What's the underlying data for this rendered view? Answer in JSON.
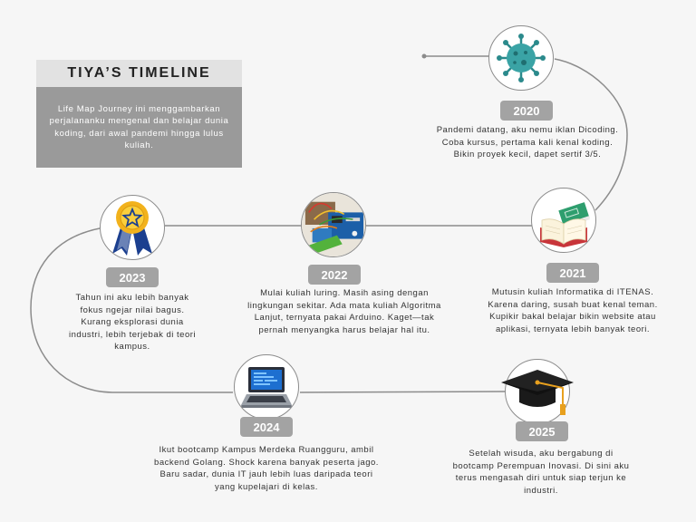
{
  "title": "TIYA’S TIMELINE",
  "intro": "Life Map Journey ini menggambarkan perjalananku mengenal dan belajar dunia koding, dari awal pandemi hingga lulus kuliah.",
  "events": [
    {
      "year": "2020",
      "icon": "virus-icon",
      "text": "Pandemi datang, aku nemu iklan Dicoding. Coba kursus, pertama kali kenal koding. Bikin proyek kecil, dapet sertif 3/5."
    },
    {
      "year": "2021",
      "icon": "book-icon",
      "text": "Mutusin kuliah Informatika di ITENAS. Karena daring, susah buat kenal teman. Kupikir bakal belajar bikin website atau aplikasi, ternyata lebih banyak teori."
    },
    {
      "year": "2022",
      "icon": "arduino-icon",
      "text": "Mulai kuliah luring. Masih asing dengan lingkungan sekitar. Ada mata kuliah Algoritma Lanjut, ternyata pakai Arduino. Kaget—tak pernah menyangka harus belajar hal itu."
    },
    {
      "year": "2023",
      "icon": "award-ribbon-icon",
      "text": "Tahun ini aku lebih banyak fokus ngejar nilai bagus. Kurang eksplorasi dunia industri, lebih terjebak di teori kampus."
    },
    {
      "year": "2024",
      "icon": "laptop-icon",
      "text": "Ikut bootcamp Kampus Merdeka Ruangguru, ambil backend Golang. Shock karena banyak peserta jago. Baru sadar, dunia IT jauh lebih luas daripada teori yang kupelajari di kelas."
    },
    {
      "year": "2025",
      "icon": "graduation-cap-icon",
      "text": "Setelah wisuda, aku bergabung di bootcamp Perempuan Inovasi. Di sini aku terus mengasah diri untuk siap terjun ke industri."
    }
  ],
  "colors": {
    "line": "#8c8c8c",
    "badge": "#a3a3a3",
    "title_bg": "#e2e2e2",
    "intro_bg": "#9a9a9a",
    "background": "#f6f6f6"
  }
}
